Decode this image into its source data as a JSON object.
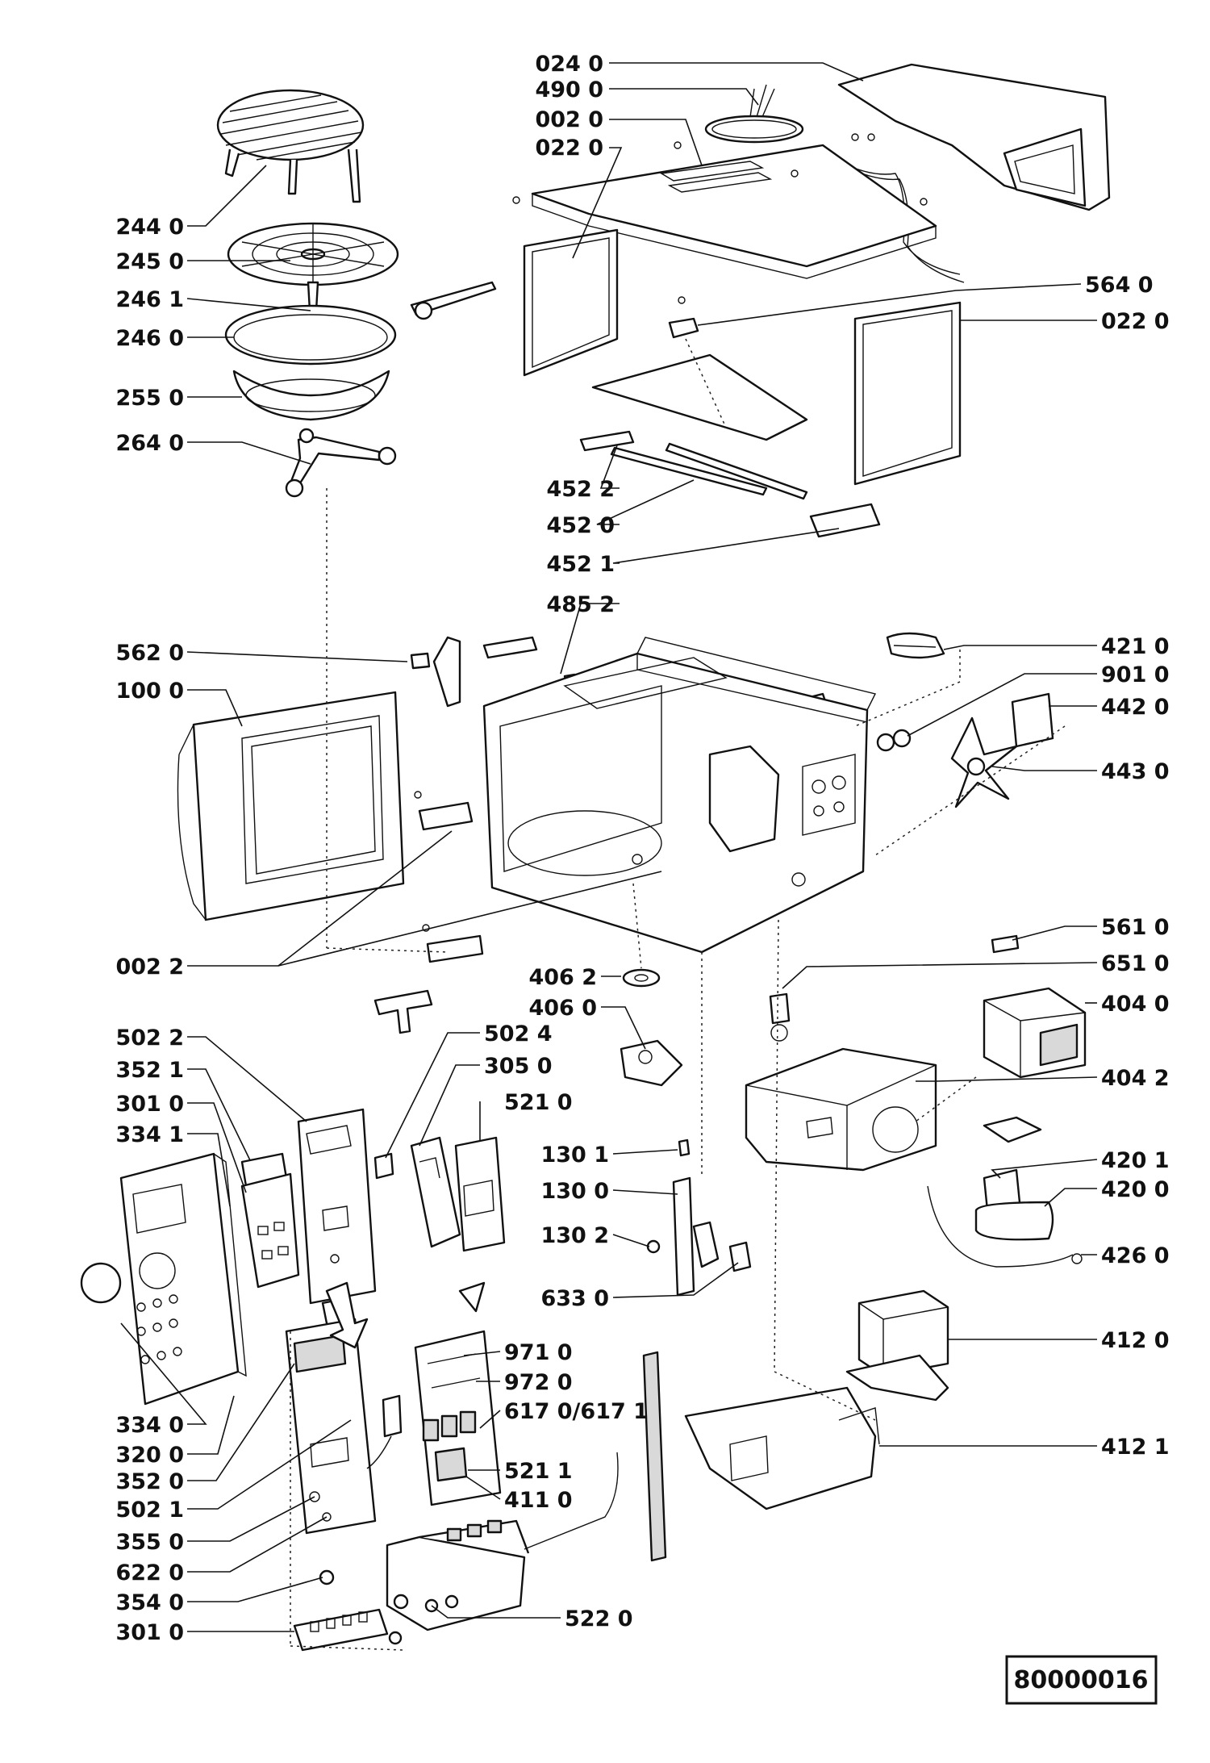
{
  "reference_code": "80000016",
  "colors": {
    "ink": "#111111",
    "paper": "#ffffff"
  },
  "labels": {
    "l0240": "024 0",
    "l4900": "490 0",
    "l0020": "002 0",
    "l0220a": "022 0",
    "l2440": "244 0",
    "l2450": "245 0",
    "l2461": "246 1",
    "l2460": "246 0",
    "l2550": "255 0",
    "l2640": "264 0",
    "l5640": "564 0",
    "l0220b": "022 0",
    "l4522": "452 2",
    "l4520": "452 0",
    "l4521": "452 1",
    "l4852": "485 2",
    "l5620": "562 0",
    "l1000": "100 0",
    "l4210": "421 0",
    "l9010": "901 0",
    "l4420": "442 0",
    "l4430": "443 0",
    "l5610": "561 0",
    "l0022": "002 2",
    "l4062": "406 2",
    "l6510": "651 0",
    "l4060": "406 0",
    "l4040": "404 0",
    "l5022": "502 2",
    "l5024": "502 4",
    "l3521": "352 1",
    "l3050": "305 0",
    "l4042": "404 2",
    "l3010a": "301 0",
    "l5210": "521 0",
    "l3341": "334 1",
    "l1301": "130 1",
    "l4201": "420 1",
    "l1300": "130 0",
    "l4200": "420 0",
    "l1302": "130 2",
    "l4260": "426 0",
    "l6330": "633 0",
    "l9710": "971 0",
    "l4120": "412 0",
    "l9720": "972 0",
    "l3340": "334 0",
    "l61706171": "617 0/617 1",
    "l3200": "320 0",
    "l3520": "352 0",
    "l4121": "412 1",
    "l5211": "521 1",
    "l5021": "502 1",
    "l4110": "411 0",
    "l3550": "355 0",
    "l6220": "622 0",
    "l5220": "522 0",
    "l3540": "354 0",
    "l3010b": "301 0"
  }
}
